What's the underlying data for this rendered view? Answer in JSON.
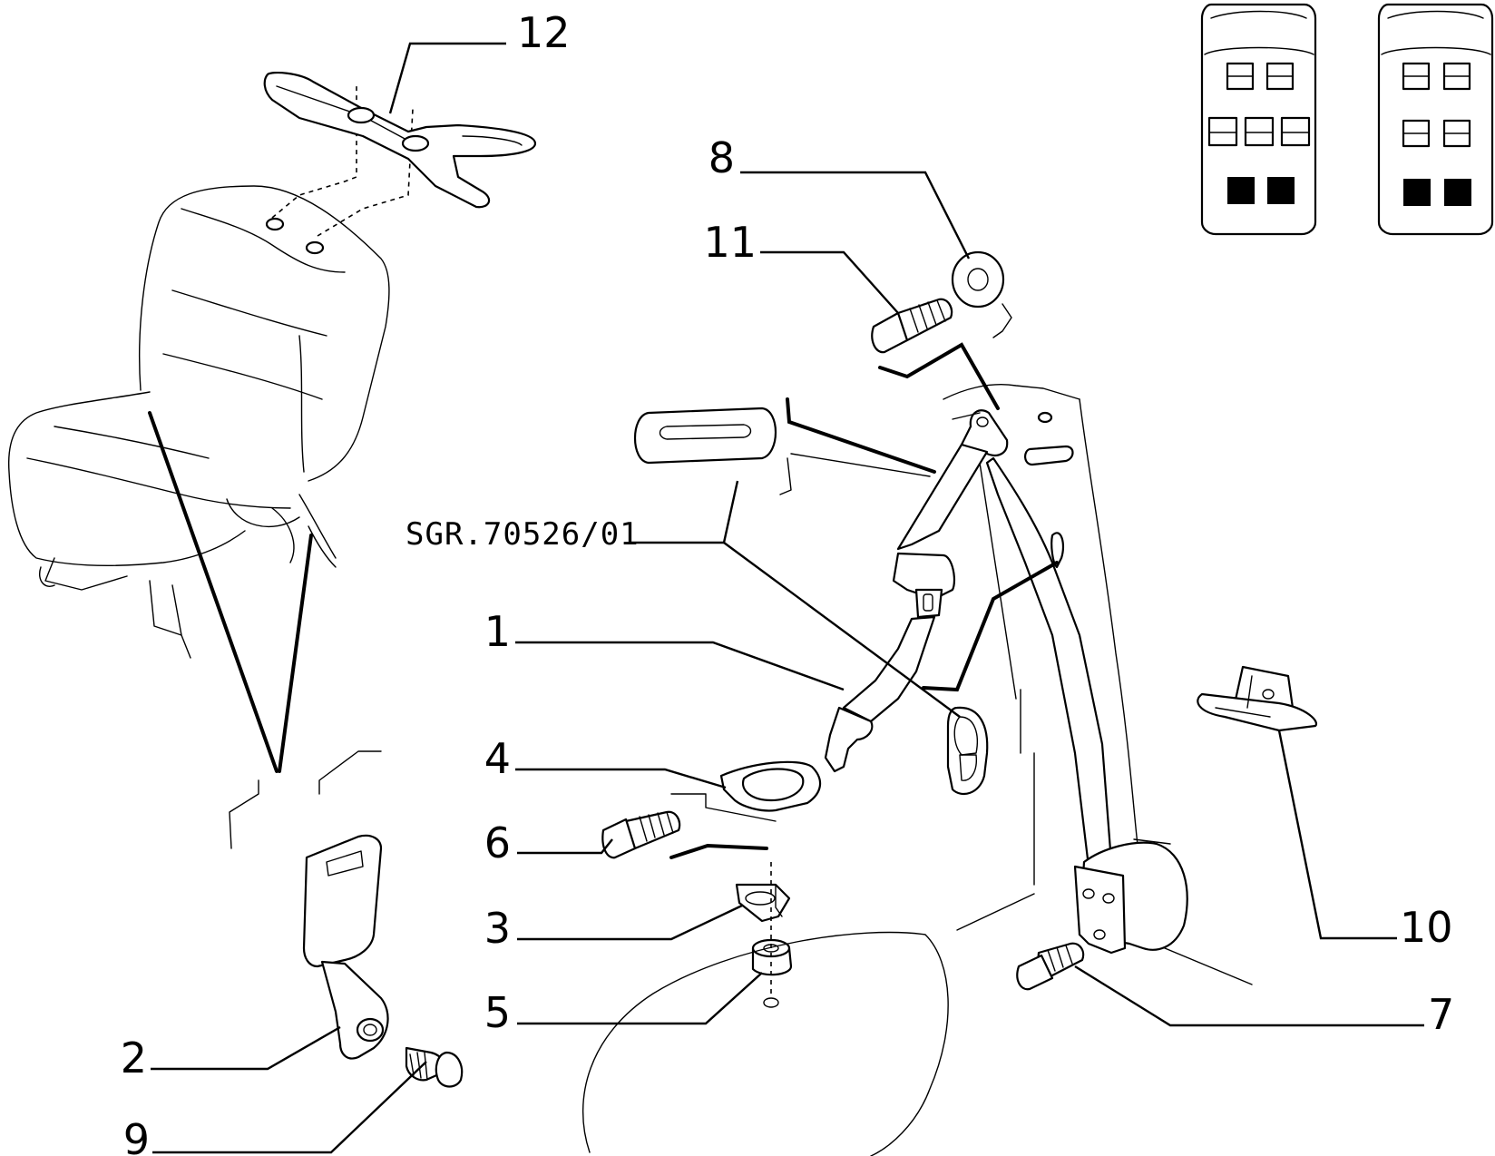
{
  "diagram": {
    "reference_code": "SGR.70526/01",
    "callouts": [
      {
        "id": "c1",
        "label": "1"
      },
      {
        "id": "c2",
        "label": "2"
      },
      {
        "id": "c3",
        "label": "3"
      },
      {
        "id": "c4",
        "label": "4"
      },
      {
        "id": "c5",
        "label": "5"
      },
      {
        "id": "c6",
        "label": "6"
      },
      {
        "id": "c7",
        "label": "7"
      },
      {
        "id": "c8",
        "label": "8"
      },
      {
        "id": "c9",
        "label": "9"
      },
      {
        "id": "c10",
        "label": "10"
      },
      {
        "id": "c11",
        "label": "11"
      },
      {
        "id": "c12",
        "label": "12"
      }
    ],
    "parts": [
      "seat-belt-assembly",
      "buckle",
      "anchor-plate",
      "cover-cap",
      "spacer",
      "screw",
      "retractor-screw",
      "washer",
      "buckle-screw",
      "bracket",
      "upper-screw",
      "seat-bracket"
    ],
    "icons": [
      "seat-layout-3-row-icon",
      "seat-layout-2-row-icon"
    ]
  }
}
